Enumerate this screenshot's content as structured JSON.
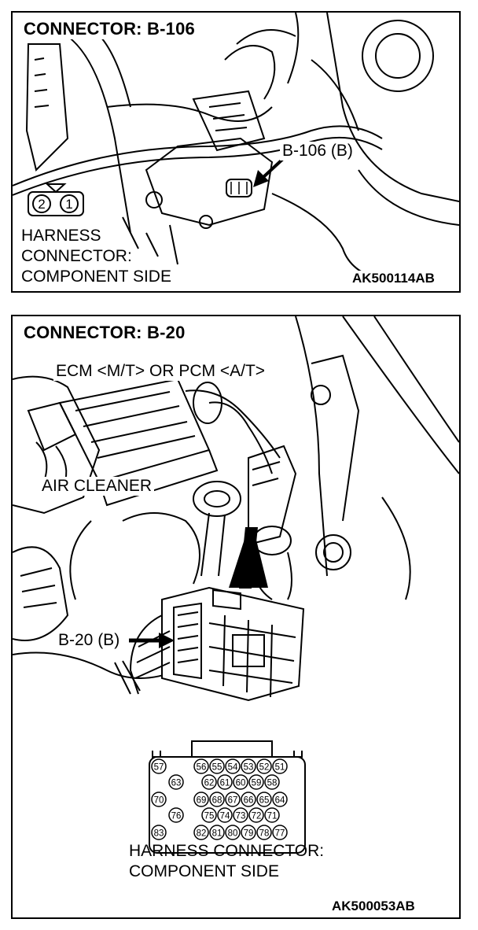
{
  "top_panel": {
    "title": "CONNECTOR: B-106",
    "callout": "B-106 (B)",
    "pin_labels": [
      "2",
      "1"
    ],
    "harness_label_lines": [
      "HARNESS",
      "CONNECTOR:",
      "COMPONENT SIDE"
    ],
    "figure_code": "AK500114AB"
  },
  "bottom_panel": {
    "title": "CONNECTOR: B-20",
    "ecm_label": "ECM <M/T> OR PCM <A/T>",
    "air_cleaner_label": "AIR CLEANER",
    "callout": "B-20 (B)",
    "harness_label_lines": [
      "HARNESS CONNECTOR:",
      "COMPONENT SIDE"
    ],
    "figure_code": "AK500053AB",
    "connector_pins": {
      "row1": [
        "57",
        "56",
        "55",
        "54",
        "53",
        "52",
        "51"
      ],
      "row2": [
        "63",
        "62",
        "61",
        "60",
        "59",
        "58"
      ],
      "row3": [
        "70",
        "69",
        "68",
        "67",
        "66",
        "65",
        "64"
      ],
      "row4": [
        "76",
        "75",
        "74",
        "73",
        "72",
        "71"
      ],
      "row5": [
        "83",
        "82",
        "81",
        "80",
        "79",
        "78",
        "77"
      ]
    }
  }
}
